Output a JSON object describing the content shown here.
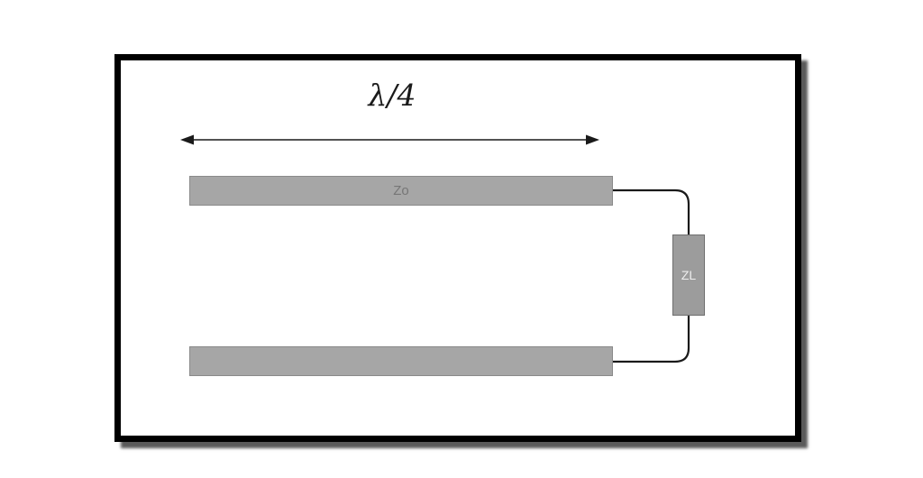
{
  "diagram": {
    "length_label": "λ/4",
    "labels": {
      "top_conductor": "Zo",
      "load": "ZL"
    },
    "colors": {
      "background": "#ffffff",
      "frame_border": "#000000",
      "frame_shadow": "#5a5a5a",
      "conductor_fill": "#a6a6a6",
      "conductor_stroke": "#8a8a8a",
      "conductor_label": "#767676",
      "load_fill": "#9c9c9c",
      "load_stroke": "#6e6e6e",
      "load_label": "#eeeeee",
      "wire": "#1a1a1a",
      "arrow": "#1a1a1a"
    }
  }
}
